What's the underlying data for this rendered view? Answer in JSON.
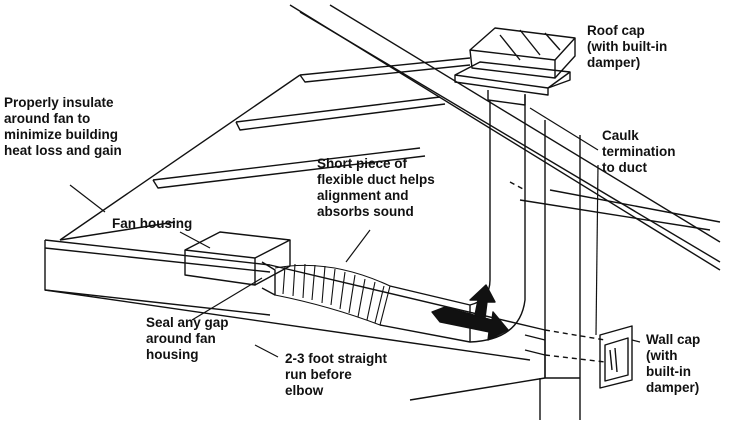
{
  "labels": {
    "roof_cap": "Roof cap\n(with built-in\ndamper)",
    "insulate": "Properly insulate\naround fan to\nminimize building\nheat loss and gain",
    "caulk": "Caulk\ntermination\nto duct",
    "flex_duct": "Short piece of\nflexible duct helps\nalignment and\nabsorbs sound",
    "fan_housing": "Fan housing",
    "seal_gap": "Seal any gap\naround fan\nhousing",
    "straight_run": "2-3 foot straight\nrun before\nelbow",
    "wall_cap": "Wall cap\n(with\nbuilt-in\ndamper)"
  },
  "colors": {
    "line": "#111111",
    "background": "#ffffff",
    "arrow": "#111111"
  }
}
